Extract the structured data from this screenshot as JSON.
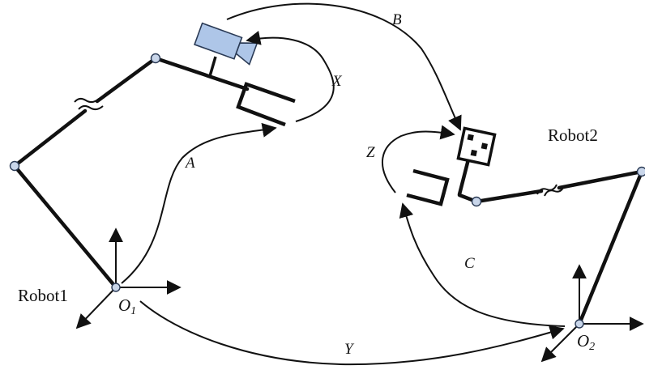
{
  "labels": {
    "robot1": "Robot1",
    "robot2": "Robot2",
    "origin1": {
      "base": "O",
      "sub": "1"
    },
    "origin2": {
      "base": "O",
      "sub": "2"
    },
    "transform_a": "A",
    "transform_b": "B",
    "transform_c": "C",
    "transform_x": "X",
    "transform_y": "Y",
    "transform_z": "Z"
  },
  "colors": {
    "ink": "#111111",
    "joint_fill": "#c9d6ea",
    "joint_stroke": "#2a3a55",
    "camera_fill": "#aec6e8",
    "camera_stroke": "#2a3a55"
  },
  "icons": {
    "camera": "camera-icon",
    "marker": "fiducial-marker-icon",
    "gripper": "gripper-icon",
    "joint": "joint-icon",
    "link_break": "link-break-icon"
  }
}
